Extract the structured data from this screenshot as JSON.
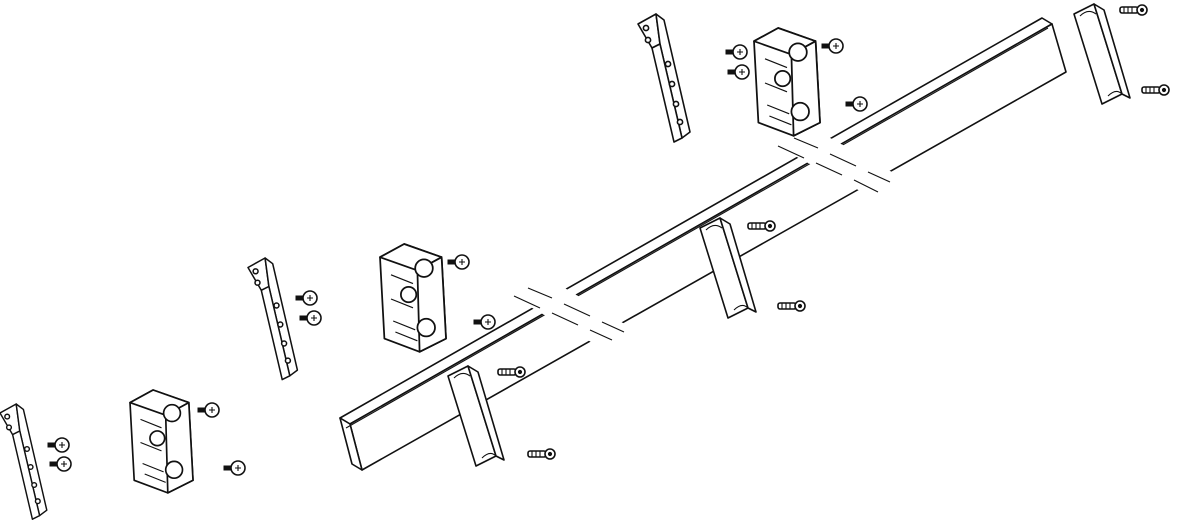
{
  "diagram": {
    "kind": "exploded assembly line drawing",
    "colors": {
      "line": "#111111",
      "background": "#ffffff"
    },
    "parts": {
      "rail": "rail-beam",
      "brackets": [
        "mounting-bracket",
        "mounting-bracket",
        "mounting-bracket"
      ],
      "housings": [
        "clip-housing",
        "clip-housing",
        "clip-housing"
      ],
      "covers": [
        "end-cover",
        "end-cover",
        "end-cover"
      ],
      "fasteners": [
        "phillips-screw-icon",
        "hex-socket-screw-icon"
      ]
    }
  }
}
